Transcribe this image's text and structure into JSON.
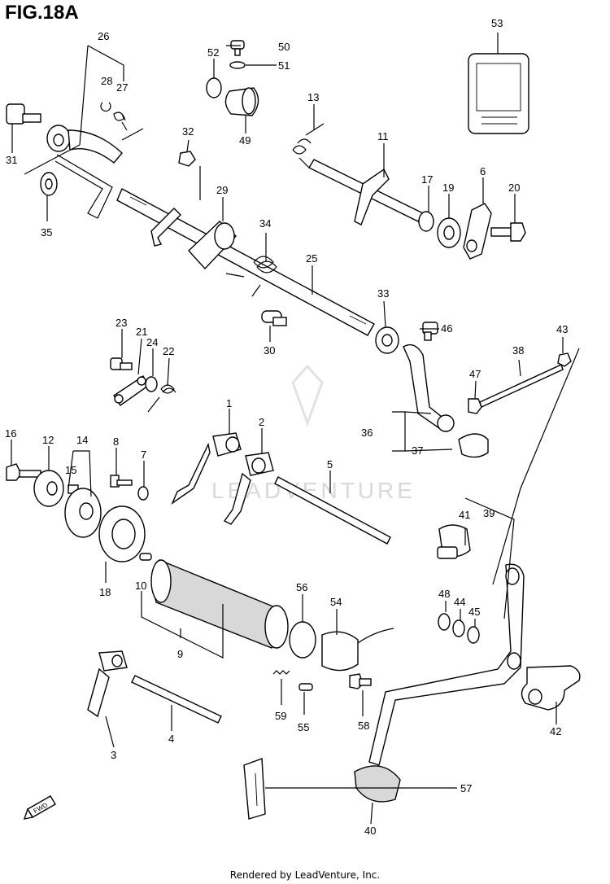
{
  "figure": {
    "title": "FIG.18A"
  },
  "footer": {
    "text": "Rendered by LeadVenture, Inc."
  },
  "watermark": {
    "text": "LEADVENTURE"
  },
  "fwd_label": "FWD",
  "callouts": {
    "c1": "1",
    "c2": "2",
    "c3": "3",
    "c4": "4",
    "c5": "5",
    "c6": "6",
    "c7": "7",
    "c8": "8",
    "c9": "9",
    "c10": "10",
    "c11": "11",
    "c12": "12",
    "c13": "13",
    "c14": "14",
    "c15": "15",
    "c16": "16",
    "c17": "17",
    "c18": "18",
    "c19": "19",
    "c20": "20",
    "c21": "21",
    "c22": "22",
    "c23": "23",
    "c24": "24",
    "c25": "25",
    "c26": "26",
    "c27": "27",
    "c28": "28",
    "c29": "29",
    "c30": "30",
    "c31": "31",
    "c32": "32",
    "c33": "33",
    "c34": "34",
    "c35": "35",
    "c36": "36",
    "c37": "37",
    "c38": "38",
    "c39": "39",
    "c40": "40",
    "c41": "41",
    "c42": "42",
    "c43": "43",
    "c44": "44",
    "c45": "45",
    "c46": "46",
    "c47": "47",
    "c48": "48",
    "c49": "49",
    "c50": "50",
    "c51": "51",
    "c52": "52",
    "c53": "53",
    "c54": "54",
    "c55": "55",
    "c56": "56",
    "c57": "57",
    "c58": "58",
    "c59": "59"
  },
  "colors": {
    "line": "#000000",
    "watermark": "#d9d9d9",
    "background": "#ffffff"
  }
}
